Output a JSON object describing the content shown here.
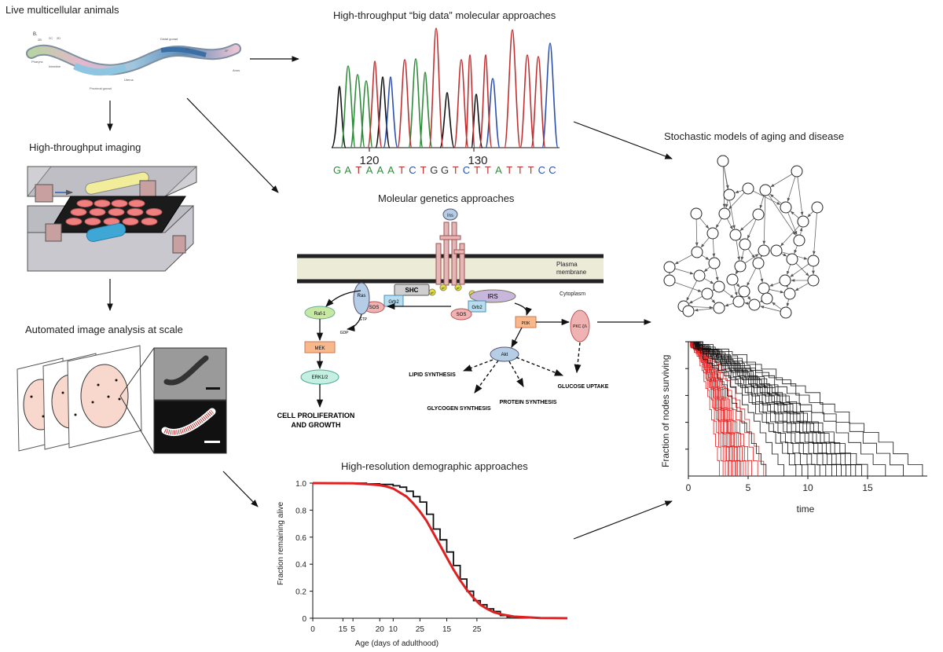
{
  "panels": {
    "animals": "Live multicellular animals",
    "imaging": "High-throughput imaging",
    "analysis": "Automated image analysis at scale",
    "bigdata": "High-throughput “big data” molecular approaches",
    "genetics": "Moleular genetics approaches",
    "stochastic": "Stochastic models of aging and disease",
    "demographic": "High-resolution demographic approaches"
  },
  "worm": {
    "panel_letter": "B.",
    "labels": [
      "Pharynx",
      "Intestine",
      "Proximal gonad",
      "Uterus",
      "Distal gonad",
      "Anus",
      "2B",
      "2C",
      "2D",
      "2E",
      "2F"
    ]
  },
  "chromatogram": {
    "tick_labels": [
      "120",
      "130"
    ],
    "sequence": [
      {
        "b": "G",
        "c": "#2e8b3a"
      },
      {
        "b": "A",
        "c": "#2e8b3a"
      },
      {
        "b": "T",
        "c": "#c03030"
      },
      {
        "b": "A",
        "c": "#2e8b3a"
      },
      {
        "b": "A",
        "c": "#2e8b3a"
      },
      {
        "b": "A",
        "c": "#2e8b3a"
      },
      {
        "b": "T",
        "c": "#c03030"
      },
      {
        "b": "C",
        "c": "#2a4fb0"
      },
      {
        "b": "T",
        "c": "#c03030"
      },
      {
        "b": "G",
        "c": "#333333"
      },
      {
        "b": "G",
        "c": "#333333"
      },
      {
        "b": "T",
        "c": "#c03030"
      },
      {
        "b": "C",
        "c": "#2a4fb0"
      },
      {
        "b": "T",
        "c": "#c03030"
      },
      {
        "b": "T",
        "c": "#c03030"
      },
      {
        "b": "A",
        "c": "#2e8b3a"
      },
      {
        "b": "T",
        "c": "#c03030"
      },
      {
        "b": "T",
        "c": "#c03030"
      },
      {
        "b": "T",
        "c": "#c03030"
      },
      {
        "b": "C",
        "c": "#2a4fb0"
      },
      {
        "b": "C",
        "c": "#2a4fb0"
      }
    ]
  },
  "pathway": {
    "ins": "Ins",
    "plasma": "Plasma",
    "membrane": "membrane",
    "cytoplasm": "Cytoplasm",
    "shc": "SHC",
    "grb2": "Grb2",
    "sos": "SOS",
    "ras": "Ras",
    "gtp": "GTP",
    "gdp": "GDP",
    "irs": "IRS",
    "raf1": "Raf-1",
    "mek": "MEK",
    "erk": "ERK1/2",
    "pi3k": "PI3K",
    "pkc": "PKC ζ/λ",
    "akt": "Akt",
    "py": "pY",
    "out_proliferation_1": "CELL PROLIFERATION",
    "out_proliferation_2": "AND GROWTH",
    "out_lipid": "LIPID SYNTHESIS",
    "out_glycogen": "GLYCOGEN SYNTHESIS",
    "out_protein": "PROTEIN SYNTHESIS",
    "out_glucose": "GLUCOSE UPTAKE"
  },
  "colors": {
    "red_curve": "#e02020",
    "black_step": "#111111",
    "cell_fill": "#f8d7cc",
    "dish_fill": "#f08080"
  },
  "chart_data": [
    {
      "type": "line",
      "title": "",
      "xlabel": "Age (days of adulthood)",
      "ylabel": "Fraction remaining alive",
      "xtick_labels": [
        "0",
        "15",
        "5",
        "20",
        "10",
        "25",
        "15",
        "25"
      ],
      "xtick_values": [
        0,
        4.5,
        6,
        10,
        12,
        16,
        20,
        24.5
      ],
      "yticks": [
        "0",
        "0.2",
        "0.4",
        "0.6",
        "0.8",
        "1.0"
      ],
      "xlim": [
        0,
        38
      ],
      "ylim": [
        0,
        1
      ],
      "series": [
        {
          "kind": "step",
          "color": "#111111",
          "x": [
            0,
            8,
            10,
            12,
            13,
            14,
            15,
            16,
            17,
            18,
            19,
            20,
            21,
            22,
            23,
            24,
            25,
            26,
            27,
            28,
            29,
            31,
            33
          ],
          "y": [
            1,
            0.995,
            0.99,
            0.98,
            0.97,
            0.94,
            0.9,
            0.86,
            0.77,
            0.66,
            0.58,
            0.49,
            0.39,
            0.29,
            0.2,
            0.13,
            0.1,
            0.07,
            0.05,
            0.02,
            0.01,
            0.005,
            0
          ]
        },
        {
          "kind": "fit",
          "color": "#e02020",
          "x": [
            0,
            6,
            8,
            10,
            11,
            12,
            13,
            14,
            15,
            16,
            17,
            18,
            19,
            20,
            21,
            22,
            23,
            24,
            25,
            26,
            27,
            28,
            30,
            34,
            38
          ],
          "y": [
            1,
            0.998,
            0.993,
            0.985,
            0.975,
            0.96,
            0.93,
            0.9,
            0.85,
            0.79,
            0.72,
            0.63,
            0.54,
            0.45,
            0.36,
            0.28,
            0.21,
            0.15,
            0.1,
            0.07,
            0.045,
            0.03,
            0.012,
            0.002,
            0
          ]
        }
      ]
    },
    {
      "type": "line",
      "title": "",
      "xlabel": "time",
      "ylabel": "Fraction of nodes surviving",
      "xtick_labels": [
        "0",
        "5",
        "10",
        "15"
      ],
      "xtick_values": [
        0,
        5,
        10,
        15
      ],
      "xlim": [
        0,
        20
      ],
      "ylim": [
        0,
        1
      ],
      "series": [
        {
          "name": "",
          "color": "#e02020",
          "t_end": [
            2.6,
            2.9,
            3.1,
            3.3,
            3.4,
            3.6,
            3.7,
            3.9,
            4.0,
            4.1,
            4.3,
            4.4,
            4.6,
            4.8,
            5.0,
            5.3,
            5.8,
            6.3
          ],
          "shape": 1.9
        },
        {
          "name": "",
          "color": "#111111",
          "t_end": [
            6.5,
            8.0,
            9.0,
            9.5,
            10.0,
            10.6,
            11.0,
            11.5,
            12.0,
            12.4,
            12.8,
            13.2,
            13.6,
            14.0,
            14.5,
            15.0,
            16.5,
            18.0,
            19.6
          ],
          "shape": 1.4
        }
      ]
    }
  ],
  "sim_curves": {
    "red": [
      [
        1,
        0.9,
        0.78,
        0.6,
        0.42,
        0.25,
        0.12,
        0.05,
        0
      ],
      [
        1,
        0.88,
        0.74,
        0.56,
        0.4,
        0.22,
        0.1,
        0.04,
        0
      ]
    ]
  }
}
